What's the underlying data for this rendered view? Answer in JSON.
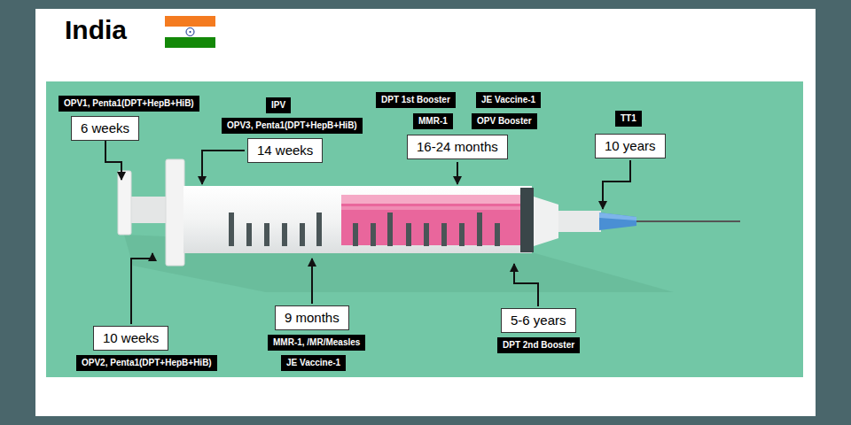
{
  "diagram": {
    "title": "India",
    "nodes": [
      {
        "text": [
          "OPV1, Penta1(DPT+HepB+HiB)"
        ]
      },
      {
        "text": [
          "6 weeks"
        ]
      },
      {
        "text": [
          "IPV"
        ]
      },
      {
        "text": [
          "OPV3, Penta1(DPT+HepB+HiB)"
        ]
      },
      {
        "text": [
          "14 weeks"
        ]
      },
      {
        "text": [
          "DPT 1st Booster"
        ]
      },
      {
        "text": [
          "JE Vaccine-1"
        ]
      },
      {
        "text": [
          "MMR-1"
        ]
      },
      {
        "text": [
          "OPV Booster"
        ]
      },
      {
        "text": [
          "16-24 months"
        ]
      },
      {
        "text": [
          "TT1"
        ]
      },
      {
        "text": [
          "10 years"
        ]
      },
      {
        "text": [
          "10 weeks"
        ]
      },
      {
        "text": [
          "OPV2, Penta1(DPT+HepB+HiB)"
        ]
      },
      {
        "text": [
          "9 months"
        ]
      },
      {
        "text": [
          "MMR-1, /MR/Measles"
        ]
      },
      {
        "text": [
          "JE Vaccine-1"
        ]
      },
      {
        "text": [
          "5-6 years"
        ]
      },
      {
        "text": [
          "DPT 2nd Booster"
        ]
      }
    ]
  }
}
